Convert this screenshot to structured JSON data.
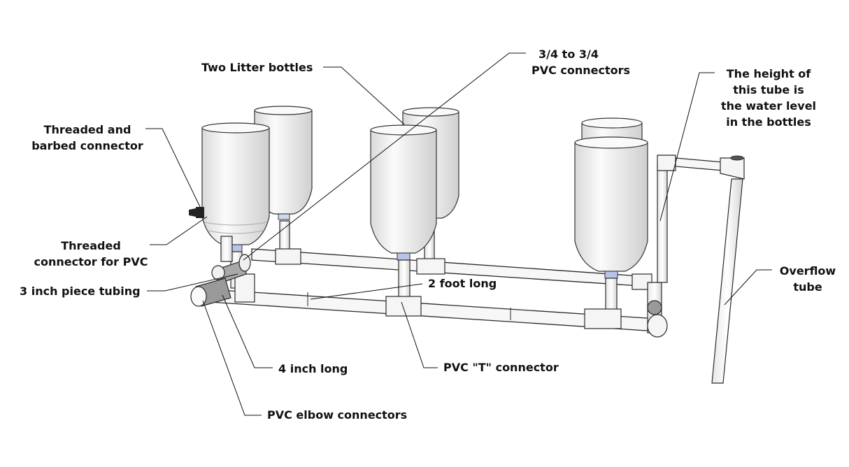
{
  "labels": {
    "threaded_barbed": {
      "line1": "Threaded and",
      "line2": "barbed connector"
    },
    "two_litter_bottles": "Two Litter bottles",
    "pvc_connectors": {
      "line1": "3/4 to 3/4",
      "line2": "PVC connectors"
    },
    "tube_height": {
      "line1": "The height of",
      "line2": "this tube is",
      "line3": "the water level",
      "line4": "in the bottles"
    },
    "threaded_pvc": {
      "line1": "Threaded",
      "line2": "connector for PVC"
    },
    "three_inch_tubing": "3 inch piece tubing",
    "two_foot_long": "2 foot long",
    "overflow_tube": {
      "line1": "Overflow",
      "line2": "tube"
    },
    "four_inch_long": "4 inch long",
    "pvc_t_connector": "PVC \"T\" connector",
    "pvc_elbow": "PVC elbow connectors"
  },
  "colors": {
    "pipe_fill": "#f7f7f7",
    "pipe_stroke": "#2a2a2a",
    "bottle_fill": "#f4f4f4",
    "connector_blue": "#b8c4e6",
    "tubing_gray": "#9a9a9a"
  }
}
